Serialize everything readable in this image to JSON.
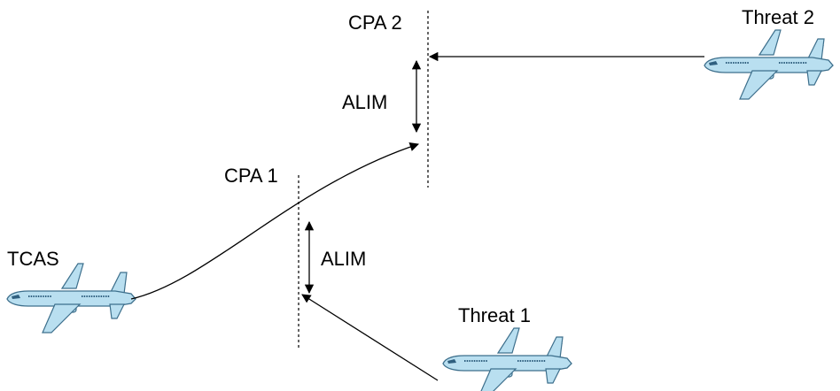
{
  "labels": {
    "tcas": "TCAS",
    "cpa1": "CPA 1",
    "cpa2": "CPA 2",
    "threat1": "Threat 1",
    "threat2": "Threat 2",
    "alim1": "ALIM",
    "alim2": "ALIM"
  },
  "colors": {
    "ink": "#000000",
    "aircraft_fill": "#b9dff0",
    "aircraft_stroke": "#3d6f8c",
    "aircraft_window": "#2f5f7f"
  },
  "icons": {
    "aircraft": "airplane-icon"
  }
}
